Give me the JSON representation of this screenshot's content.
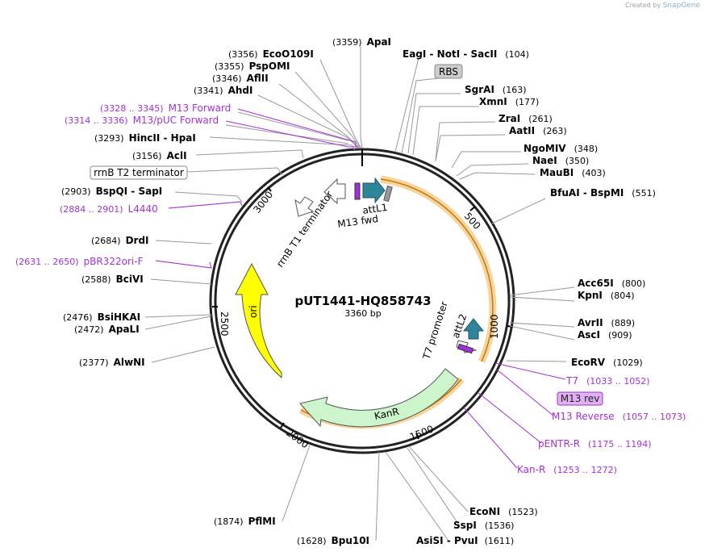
{
  "credit": {
    "prefix": "Created by",
    "brand": "SnapGene"
  },
  "plasmid": {
    "name": "pUT1441-HQ858743",
    "size_label": "3360 bp"
  },
  "ticks": [
    "500",
    "1000",
    "1500",
    "2000",
    "2500",
    "3000"
  ],
  "sites": [
    {
      "name": "ApaI",
      "pos": "(3359)"
    },
    {
      "name": "EcoO109I",
      "pos": "(3356)"
    },
    {
      "name": "PspOMI",
      "pos": "(3355)"
    },
    {
      "name": "AflII",
      "pos": "(3346)"
    },
    {
      "name": "AhdI",
      "pos": "(3341)"
    },
    {
      "name": "HincII  -  HpaI",
      "pos": "(3293)"
    },
    {
      "name": "AclI",
      "pos": "(3156)"
    },
    {
      "name": "BspQI  -  SapI",
      "pos": "(2903)"
    },
    {
      "name": "DrdI",
      "pos": "(2684)"
    },
    {
      "name": "BciVI",
      "pos": "(2588)"
    },
    {
      "name": "BsiHKAI",
      "pos": "(2476)"
    },
    {
      "name": "ApaLI",
      "pos": "(2472)"
    },
    {
      "name": "AlwNI",
      "pos": "(2377)"
    },
    {
      "name": "PflMI",
      "pos": "(1874)"
    },
    {
      "name": "Bpu10I",
      "pos": "(1628)"
    },
    {
      "name": "AsiSI  -  PvuI",
      "pos": "(1611)"
    },
    {
      "name": "SspI",
      "pos": "(1536)"
    },
    {
      "name": "EcoNI",
      "pos": "(1523)"
    },
    {
      "name": "EcoRV",
      "pos": "(1029)"
    },
    {
      "name": "AscI",
      "pos": "(909)"
    },
    {
      "name": "AvrII",
      "pos": "(889)"
    },
    {
      "name": "KpnI",
      "pos": "(804)"
    },
    {
      "name": "Acc65I",
      "pos": "(800)"
    },
    {
      "name": "BfuAI  -  BspMI",
      "pos": "(551)"
    },
    {
      "name": "MauBI",
      "pos": "(403)"
    },
    {
      "name": "NaeI",
      "pos": "(350)"
    },
    {
      "name": "NgoMIV",
      "pos": "(348)"
    },
    {
      "name": "AatII",
      "pos": "(263)"
    },
    {
      "name": "ZraI",
      "pos": "(261)"
    },
    {
      "name": "XmnI",
      "pos": "(177)"
    },
    {
      "name": "SgrAI",
      "pos": "(163)"
    },
    {
      "name": "EagI  -  NotI  -  SacII",
      "pos": "(104)"
    }
  ],
  "primers": [
    {
      "range": "(3328 .. 3345)",
      "name": "M13 Forward"
    },
    {
      "range": "(3314 .. 3336)",
      "name": "M13/pUC Forward"
    },
    {
      "range": "(2884 .. 2901)",
      "name": "L4440"
    },
    {
      "range": "(2631 .. 2650)",
      "name": "pBR322ori-F"
    },
    {
      "name": "T7",
      "range": "(1033 .. 1052)"
    },
    {
      "name": "M13 Reverse",
      "range": "(1057 .. 1073)"
    },
    {
      "name": "pENTR-R",
      "range": "(1175 .. 1194)"
    },
    {
      "name": "Kan-R",
      "range": "(1253 .. 1272)"
    }
  ],
  "boxed_labels": {
    "rbs": "RBS",
    "rrnb_t2": "rrnB T2 terminator",
    "m13_rev": "M13 rev"
  },
  "features": {
    "attl1": "attL1",
    "m13_fwd": "M13 fwd",
    "rrnb_t1": "rrnB T1 terminator",
    "t7_promoter": "T7 promoter",
    "attl2": "attL2",
    "kanr": "KanR",
    "ori": "ori"
  },
  "colors": {
    "primer": "#a230d8",
    "ori": "#ffff00",
    "kanr": "#ccf5cc",
    "attl": "#2e8599",
    "selection": "#f5a623"
  }
}
